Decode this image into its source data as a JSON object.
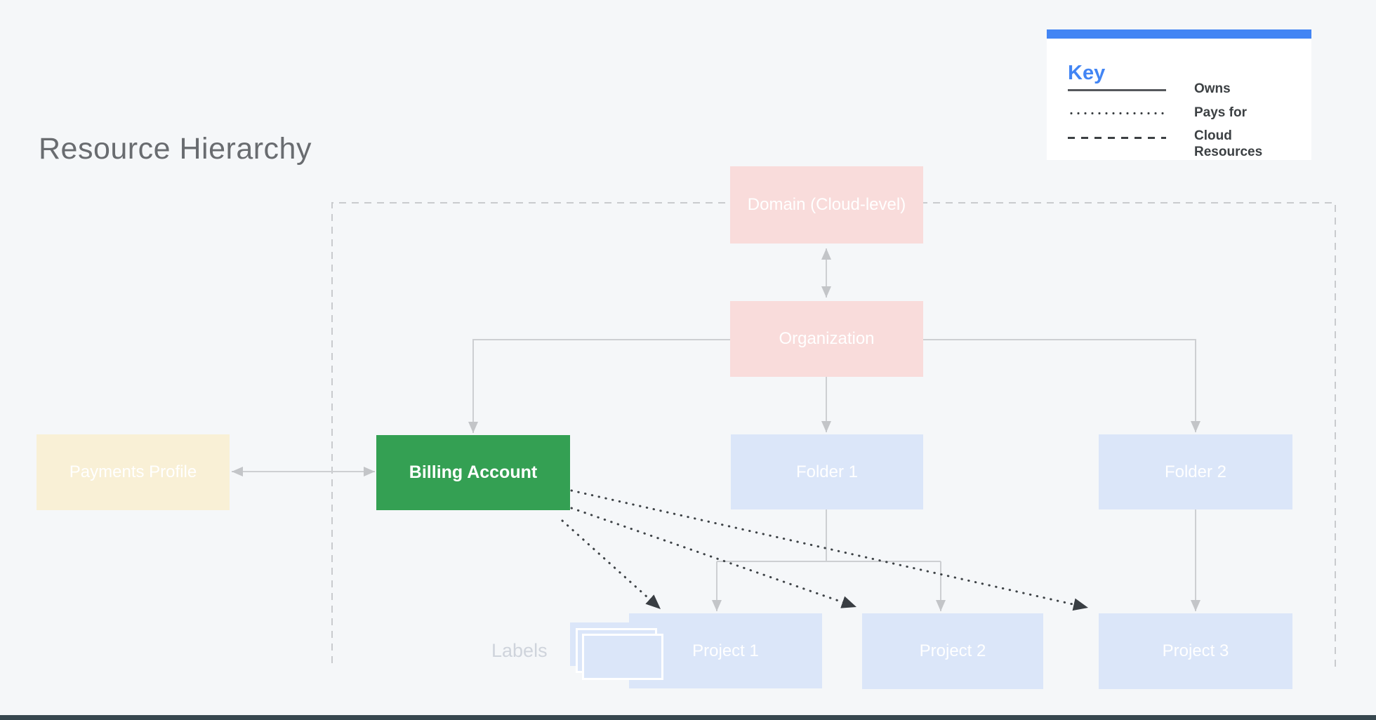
{
  "title": "Resource Hierarchy",
  "key": {
    "title": "Key",
    "items": [
      {
        "style": "solid",
        "label": "Owns"
      },
      {
        "style": "dotted",
        "label": "Pays for"
      },
      {
        "style": "dashed",
        "label": "Cloud Resources"
      }
    ]
  },
  "nodes": [
    {
      "id": "domain",
      "label": "Domain (Cloud-level)",
      "color": "#f9dcdb"
    },
    {
      "id": "organization",
      "label": "Organization",
      "color": "#f9dcdb"
    },
    {
      "id": "payments-profile",
      "label": "Payments Profile",
      "color": "#f9f0d6"
    },
    {
      "id": "billing-account",
      "label": "Billing Account",
      "color": "#34a053"
    },
    {
      "id": "folder-1",
      "label": "Folder 1",
      "color": "#dbe6f9"
    },
    {
      "id": "folder-2",
      "label": "Folder 2",
      "color": "#dbe6f9"
    },
    {
      "id": "project-1",
      "label": "Project 1",
      "color": "#dbe6f9"
    },
    {
      "id": "project-2",
      "label": "Project 2",
      "color": "#dbe6f9"
    },
    {
      "id": "project-3",
      "label": "Project 3",
      "color": "#dbe6f9"
    }
  ],
  "labels_caption": "Labels",
  "edges": [
    {
      "from": "domain",
      "to": "organization",
      "type": "owns",
      "arrows": "both"
    },
    {
      "from": "organization",
      "to": "billing-account",
      "type": "owns",
      "arrows": "end"
    },
    {
      "from": "organization",
      "to": "folder-1",
      "type": "owns",
      "arrows": "end"
    },
    {
      "from": "organization",
      "to": "folder-2",
      "type": "owns",
      "arrows": "end"
    },
    {
      "from": "payments-profile",
      "to": "billing-account",
      "type": "owns",
      "arrows": "both"
    },
    {
      "from": "folder-1",
      "to": "project-1",
      "type": "owns",
      "arrows": "end"
    },
    {
      "from": "folder-1",
      "to": "project-2",
      "type": "owns",
      "arrows": "end"
    },
    {
      "from": "folder-2",
      "to": "project-3",
      "type": "owns",
      "arrows": "end"
    },
    {
      "from": "billing-account",
      "to": "project-1",
      "type": "pays_for",
      "arrows": "end"
    },
    {
      "from": "billing-account",
      "to": "project-2",
      "type": "pays_for",
      "arrows": "end"
    },
    {
      "from": "billing-account",
      "to": "project-3",
      "type": "pays_for",
      "arrows": "end"
    }
  ],
  "cloud_resources_boundary": "dashed rectangle enclosing Domain, Organization, Billing Account, Folders and Projects, open at bottom",
  "colors": {
    "background": "#f5f7f9",
    "accent_blue": "#4285f4",
    "node_pink": "#f9dcdb",
    "node_cream": "#f9f0d6",
    "node_green": "#34a053",
    "node_blue": "#dbe6f9",
    "connector_gray": "#cdcfd2",
    "pays_for_black": "#3e4347",
    "title_gray": "#696c70",
    "labels_caption_gray": "#cfd4dc"
  }
}
